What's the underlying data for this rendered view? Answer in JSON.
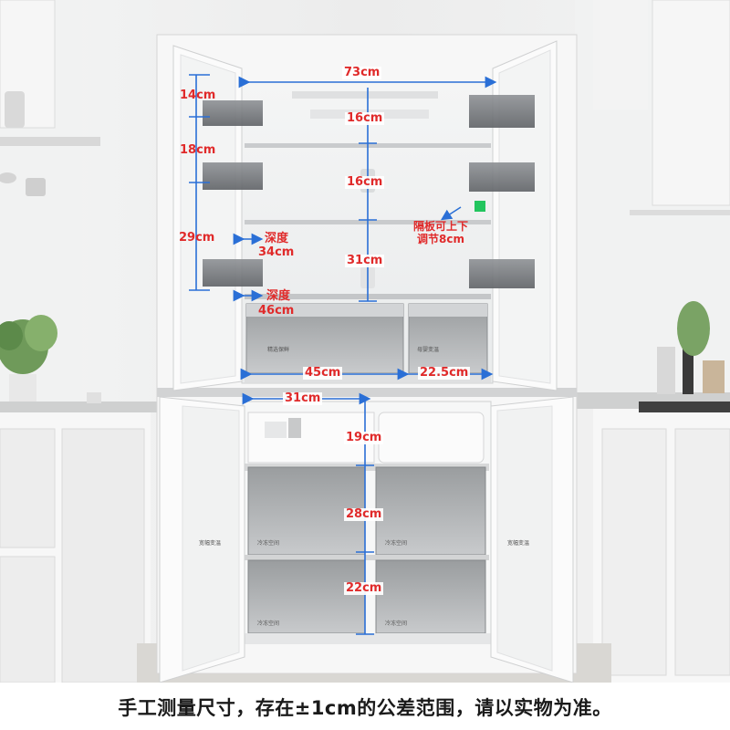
{
  "dimensions": {
    "total_width": "73cm",
    "left_door_shelf_gap_1": "14cm",
    "left_door_shelf_gap_2": "18cm",
    "left_door_shelf_gap_3": "29cm",
    "fridge_top_height": "16cm",
    "fridge_shelf_gap": "16cm",
    "fridge_lower_height": "31cm",
    "depth_upper_label": "深度",
    "depth_upper_value": "34cm",
    "depth_lower_label": "深度",
    "depth_lower_value": "46cm",
    "drawer_large_width": "45cm",
    "drawer_small_width": "22.5cm",
    "freezer_width": "31cm",
    "freezer_top_height": "19cm",
    "freezer_mid_height": "28cm",
    "freezer_bottom_height": "22cm"
  },
  "shelf_note": {
    "line1": "隔板可上下",
    "line2": "调节8cm"
  },
  "drawer_tags": {
    "fridge_left": "精选保鲜",
    "fridge_right": "母婴变温",
    "freezer_1": "冷冻空间",
    "freezer_2": "冷冻空间",
    "freezer_3": "冷冻空间",
    "freezer_4": "冷冻空间",
    "door_side_left": "宽幅变温",
    "door_side_right": "宽幅变温"
  },
  "footer": {
    "disclaimer": "手工测量尺寸，存在±1cm的公差范围，请以实物为准。"
  },
  "colors": {
    "dimension_red": "#e02a2a",
    "dimension_blue": "#2a6fd6",
    "indicator_green": "#22c55e"
  }
}
